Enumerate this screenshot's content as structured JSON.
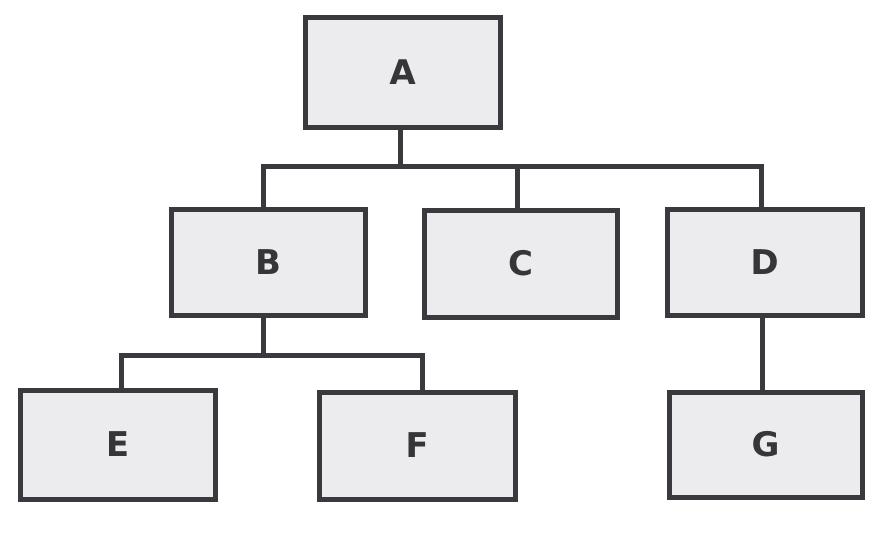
{
  "diagram": {
    "kind": "tree",
    "nodes": {
      "a": {
        "label": "A"
      },
      "b": {
        "label": "B"
      },
      "c": {
        "label": "C"
      },
      "d": {
        "label": "D"
      },
      "e": {
        "label": "E"
      },
      "f": {
        "label": "F"
      },
      "g": {
        "label": "G"
      }
    },
    "edges": [
      {
        "from": "A",
        "to": "B"
      },
      {
        "from": "A",
        "to": "C"
      },
      {
        "from": "A",
        "to": "D"
      },
      {
        "from": "B",
        "to": "E"
      },
      {
        "from": "B",
        "to": "F"
      },
      {
        "from": "D",
        "to": "G"
      }
    ],
    "colors": {
      "background": "#ffffff",
      "node_fill": "#ececee",
      "stroke": "#3a3a3e",
      "label": "#35353a"
    }
  }
}
